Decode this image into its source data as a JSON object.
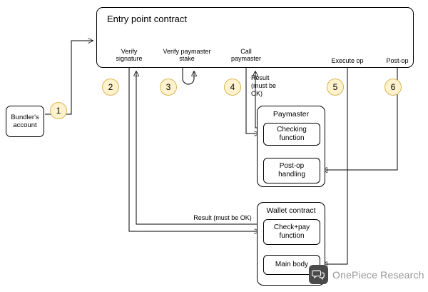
{
  "diagram": {
    "entry_point": {
      "title": "Entry point contract"
    },
    "steps": [
      {
        "num": "2",
        "label": "Verify signature"
      },
      {
        "num": "3",
        "label": "Verify paymaster stake"
      },
      {
        "num": "4",
        "label": "Call paymaster"
      },
      {
        "num": "5",
        "label": "Execute op"
      },
      {
        "num": "6",
        "label": "Post-op"
      }
    ],
    "bundler": {
      "num": "1",
      "label": "Bundler's account"
    },
    "paymaster": {
      "title": "Paymaster",
      "checking": "Checking function",
      "postop": "Post-op handling"
    },
    "wallet": {
      "title": "Wallet contract",
      "checkpay": "Check+pay function",
      "mainbody": "Main body"
    },
    "annotations": {
      "result_paymaster": "Result (must be OK)",
      "result_wallet": "Result (must be OK)"
    },
    "colors": {
      "badge_fill": "#fff2cc",
      "badge_border": "#d6b656",
      "line": "#000000"
    }
  },
  "watermark": {
    "text": "OnePiece Research"
  }
}
